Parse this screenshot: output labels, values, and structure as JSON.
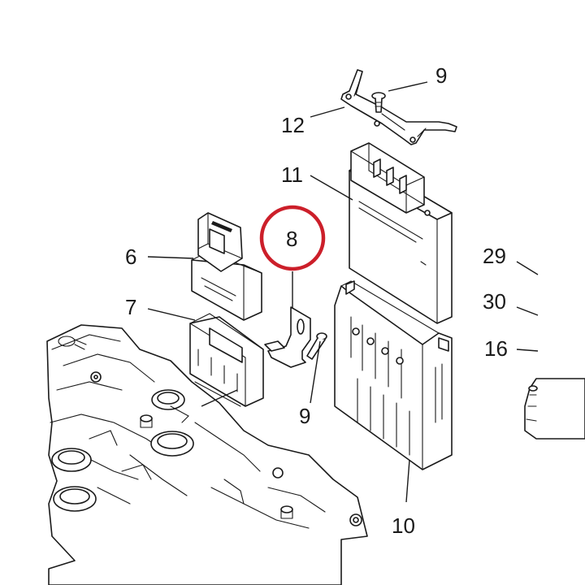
{
  "callouts": {
    "c9_top": "9",
    "c12": "12",
    "c11": "11",
    "c8": "8",
    "c6": "6",
    "c7": "7",
    "c9_bottom": "9",
    "c29": "29",
    "c30": "30",
    "c16": "16",
    "c10": "10"
  },
  "colors": {
    "line": "#1a1a1a",
    "highlight_ring": "#cc1f2a",
    "background": "#ffffff"
  }
}
